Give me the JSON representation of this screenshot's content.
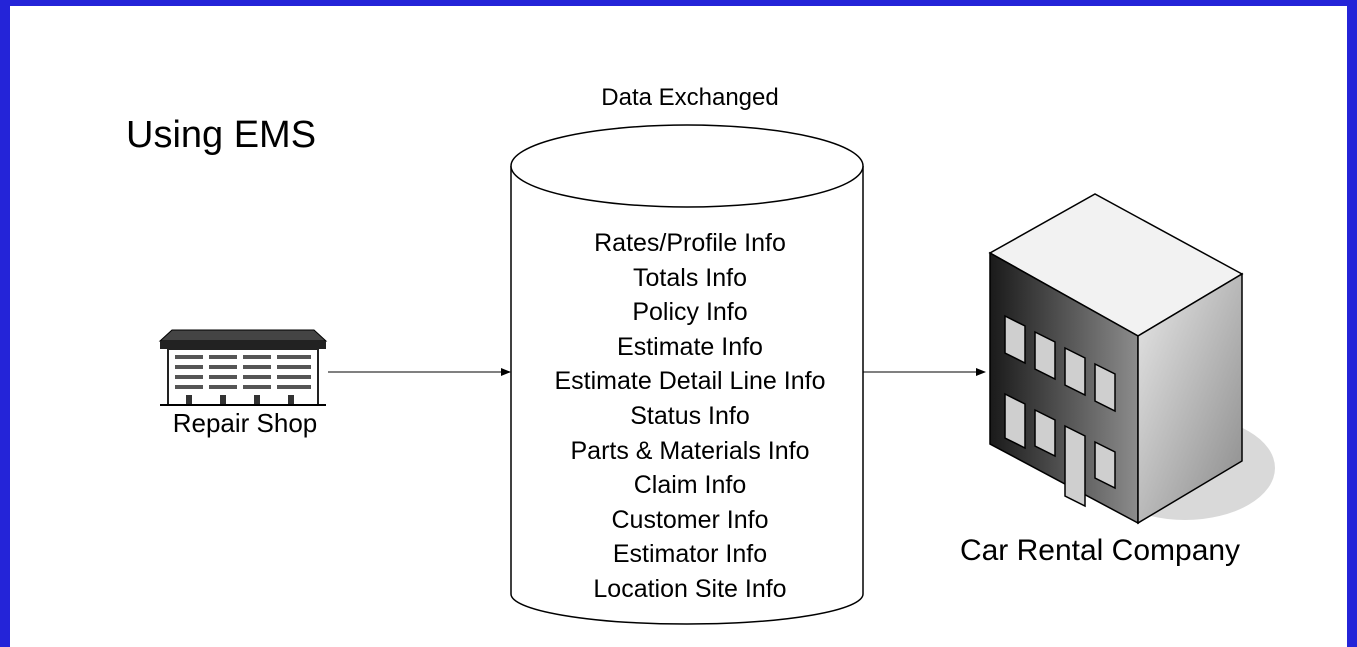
{
  "diagram": {
    "title": "Using EMS",
    "cylinder_label": "Data Exchanged",
    "source_label": "Repair Shop",
    "target_label": "Car Rental Company",
    "data_items": [
      "Rates/Profile Info",
      "Totals Info",
      "Policy Info",
      "Estimate Info",
      "Estimate Detail Line Info",
      "Status Info",
      "Parts & Materials Info",
      "Claim Info",
      "Customer Info",
      "Estimator Info",
      "Location Site Info"
    ]
  },
  "colors": {
    "frame": "#2424d8",
    "background": "#ffffff",
    "line": "#000000"
  },
  "icons": {
    "source": "repair-shop-building-icon",
    "target": "office-building-icon"
  }
}
